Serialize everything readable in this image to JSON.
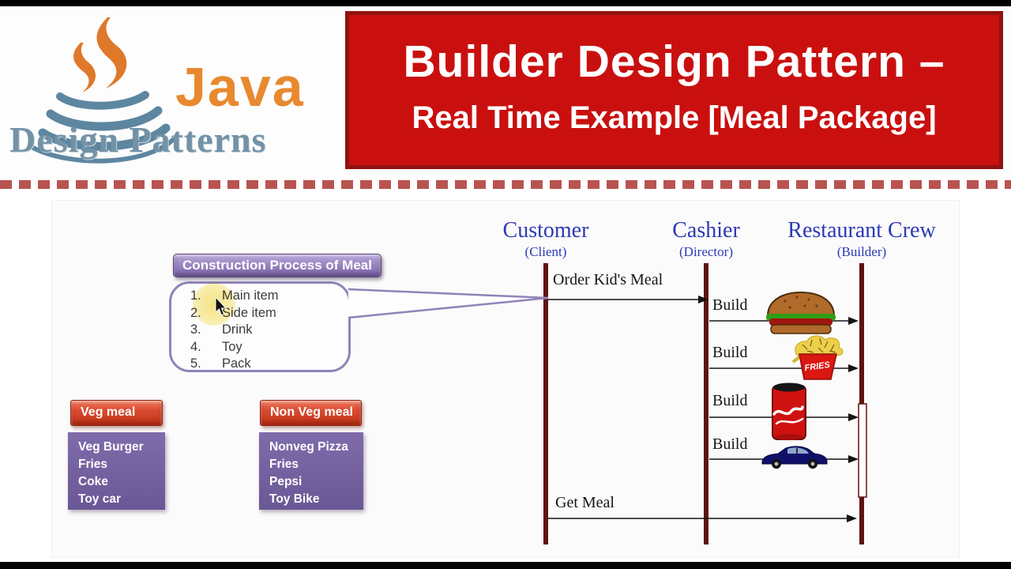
{
  "header": {
    "logo": {
      "java": "Java",
      "subtitle": "Design Patterns"
    },
    "banner": {
      "line1": "Builder Design Pattern –",
      "line2": "Real Time Example [Meal Package]"
    }
  },
  "diagram": {
    "construction": {
      "title": "Construction Process of Meal",
      "steps": [
        {
          "num": "1.",
          "label": "Main item"
        },
        {
          "num": "2.",
          "label": "Side item"
        },
        {
          "num": "3.",
          "label": "Drink"
        },
        {
          "num": "4.",
          "label": "Toy"
        },
        {
          "num": "5.",
          "label": "Pack"
        }
      ]
    },
    "veg": {
      "title": "Veg meal",
      "items": [
        "Veg Burger",
        "Fries",
        "Coke",
        "Toy car"
      ]
    },
    "nonveg": {
      "title": "Non Veg meal",
      "items": [
        "Nonveg Pizza",
        "Fries",
        "Pepsi",
        "Toy Bike"
      ]
    },
    "sequence": {
      "actors": [
        {
          "name": "Customer",
          "role": "(Client)"
        },
        {
          "name": "Cashier",
          "role": "(Director)"
        },
        {
          "name": "Restaurant Crew",
          "role": "(Builder)"
        }
      ],
      "order_label": "Order Kid's Meal",
      "build_label": "Build",
      "get_label": "Get Meal",
      "fries_box_label": "FRIES",
      "build_items": [
        "burger",
        "fries",
        "cola-can",
        "toy-car"
      ]
    }
  },
  "colors": {
    "banner_red": "#c9100f",
    "banner_border": "#8f1310",
    "dash_red": "#b85450",
    "purple_header": "#8064a2",
    "purple_box": "#7464a1",
    "red_tab": "#cf3a20",
    "lifeline": "#5e1511",
    "actor_blue": "#2b3ab5",
    "callout_border": "#9083b8",
    "highlight_yellow": "#f5e47a"
  }
}
